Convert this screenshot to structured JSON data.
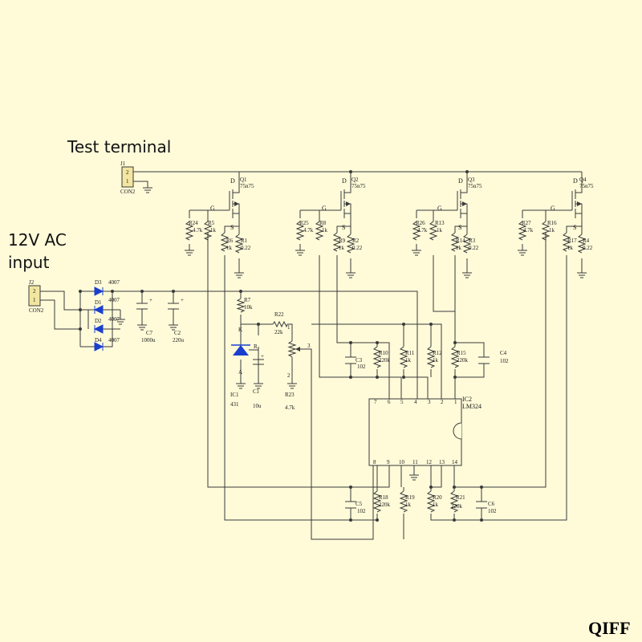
{
  "labels": {
    "test_terminal": "Test terminal",
    "ac_input_line1": "12V AC",
    "ac_input_line2": "input",
    "watermark": "QIFF"
  },
  "connectors": {
    "j1": {
      "ref": "J1",
      "type": "CON2",
      "pins": [
        "2",
        "1"
      ]
    },
    "j2": {
      "ref": "J2",
      "type": "CON2",
      "pins": [
        "2",
        "1"
      ]
    }
  },
  "mosfets": {
    "q1": {
      "ref": "Q1",
      "part": "75n75",
      "d": "D",
      "g": "G",
      "s": "S"
    },
    "q2": {
      "ref": "Q2",
      "part": "75n75",
      "d": "D",
      "g": "G",
      "s": "S"
    },
    "q3": {
      "ref": "Q3",
      "part": "75n75",
      "d": "D",
      "g": "G",
      "s": "S"
    },
    "q4": {
      "ref": "Q4",
      "part": "75n75",
      "d": "D",
      "g": "G",
      "s": "S"
    }
  },
  "resistors": {
    "r24": {
      "ref": "R24",
      "value": "4.7k"
    },
    "r5": {
      "ref": "R5",
      "value": "1k"
    },
    "r6": {
      "ref": "R6",
      "value": "1k"
    },
    "r1": {
      "ref": "R1",
      "value": "0.22"
    },
    "r25": {
      "ref": "R25",
      "value": "4.7k"
    },
    "r8": {
      "ref": "R8",
      "value": "1k"
    },
    "r9": {
      "ref": "R9",
      "value": "1k"
    },
    "r2": {
      "ref": "R2",
      "value": "0.22"
    },
    "r26": {
      "ref": "R26",
      "value": "4.7k"
    },
    "r13": {
      "ref": "R13",
      "value": "1k"
    },
    "r14": {
      "ref": "R14",
      "value": "1k"
    },
    "r3": {
      "ref": "R3",
      "value": "0.22"
    },
    "r27": {
      "ref": "R27",
      "value": "4.7k"
    },
    "r16": {
      "ref": "R16",
      "value": "1k"
    },
    "r17": {
      "ref": "R17",
      "value": "1k"
    },
    "r4": {
      "ref": "R4",
      "value": "0.22"
    },
    "r7": {
      "ref": "R7",
      "value": "10k"
    },
    "r22": {
      "ref": "R22",
      "value": "22k"
    },
    "r23": {
      "ref": "R23",
      "value": "4.7k"
    },
    "r10": {
      "ref": "R10",
      "value": "220k"
    },
    "r11": {
      "ref": "R11",
      "value": "1k"
    },
    "r12": {
      "ref": "R12",
      "value": "1k"
    },
    "r15": {
      "ref": "R15",
      "value": "220k"
    },
    "r18": {
      "ref": "R18",
      "value": "220k"
    },
    "r19": {
      "ref": "R19",
      "value": "1k"
    },
    "r20": {
      "ref": "R20",
      "value": "1k"
    },
    "r21": {
      "ref": "R21",
      "value": "220k"
    }
  },
  "diodes": {
    "d1": {
      "ref": "D1",
      "value": "4007"
    },
    "d2": {
      "ref": "D2",
      "value": "4007"
    },
    "d3": {
      "ref": "D3",
      "value": "4007"
    },
    "d4": {
      "ref": "D4",
      "value": "4007"
    }
  },
  "capacitors": {
    "c7": {
      "ref": "C7",
      "value": "1000u"
    },
    "c2": {
      "ref": "C2",
      "value": "220u"
    },
    "c1": {
      "ref": "C1",
      "value": "10u"
    },
    "c3": {
      "ref": "C3",
      "value": "102"
    },
    "c4": {
      "ref": "C4",
      "value": "102"
    },
    "c5": {
      "ref": "C5",
      "value": "102"
    },
    "c6": {
      "ref": "C6",
      "value": "102"
    }
  },
  "ic1": {
    "ref": "IC1",
    "value": "431",
    "k": "K",
    "r": "R",
    "a": "A"
  },
  "ic2": {
    "ref": "IC2",
    "part": "LM324",
    "top_pins": [
      "7",
      "6",
      "5",
      "4",
      "3",
      "2",
      "1"
    ],
    "bottom_pins": [
      "8",
      "9",
      "10",
      "11",
      "12",
      "13",
      "14"
    ]
  },
  "pot": {
    "pin1": "1",
    "pin2": "2",
    "pin3": "3"
  },
  "colors": {
    "background": "#fffbd9",
    "wire": "#3a3a3a",
    "diode": "#1a3fcf",
    "connector": "#f2e6a0"
  }
}
